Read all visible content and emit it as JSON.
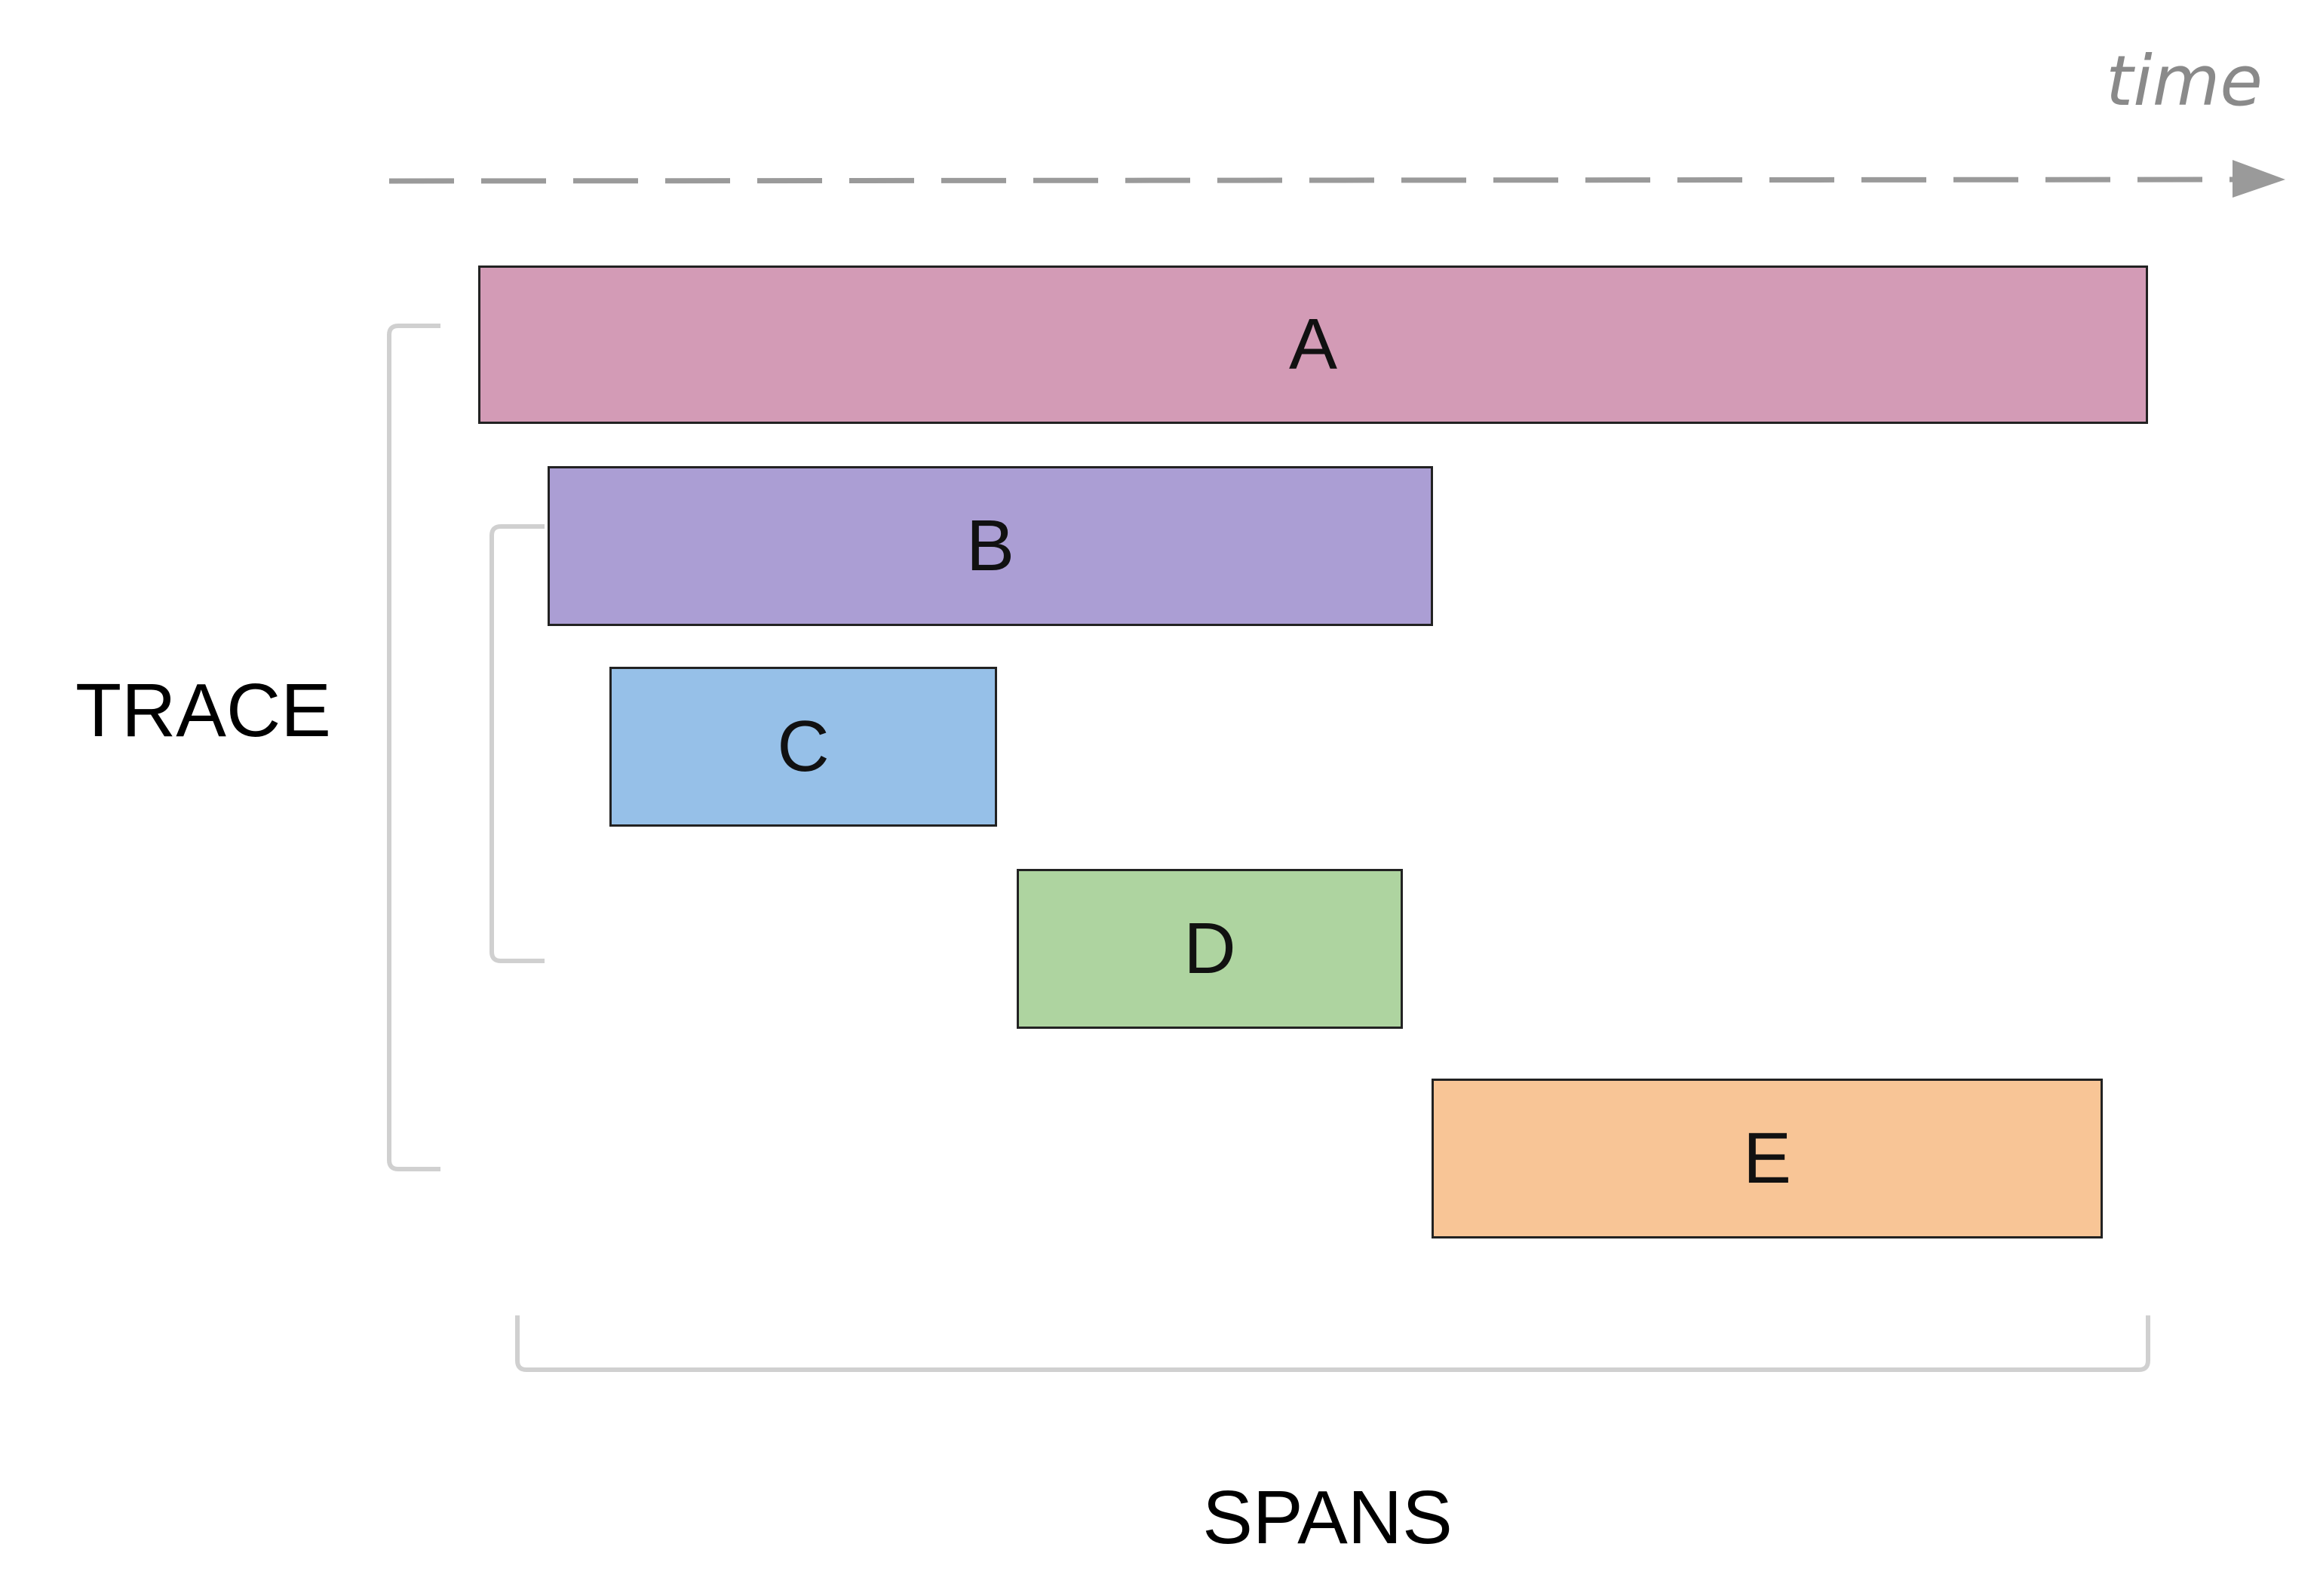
{
  "axis": {
    "label": "time"
  },
  "trace": {
    "label": "TRACE"
  },
  "spans": {
    "label": "SPANS",
    "items": [
      {
        "id": "A",
        "label": "A",
        "color": "#d39bb6"
      },
      {
        "id": "B",
        "label": "B",
        "color": "#ab9ed4"
      },
      {
        "id": "C",
        "label": "C",
        "color": "#96c0e8"
      },
      {
        "id": "D",
        "label": "D",
        "color": "#aed4a0"
      },
      {
        "id": "E",
        "label": "E",
        "color": "#f8c596"
      }
    ]
  },
  "colors": {
    "axis": "#9a9a9a",
    "bracket": "#d0d0d0",
    "border": "#222222"
  }
}
